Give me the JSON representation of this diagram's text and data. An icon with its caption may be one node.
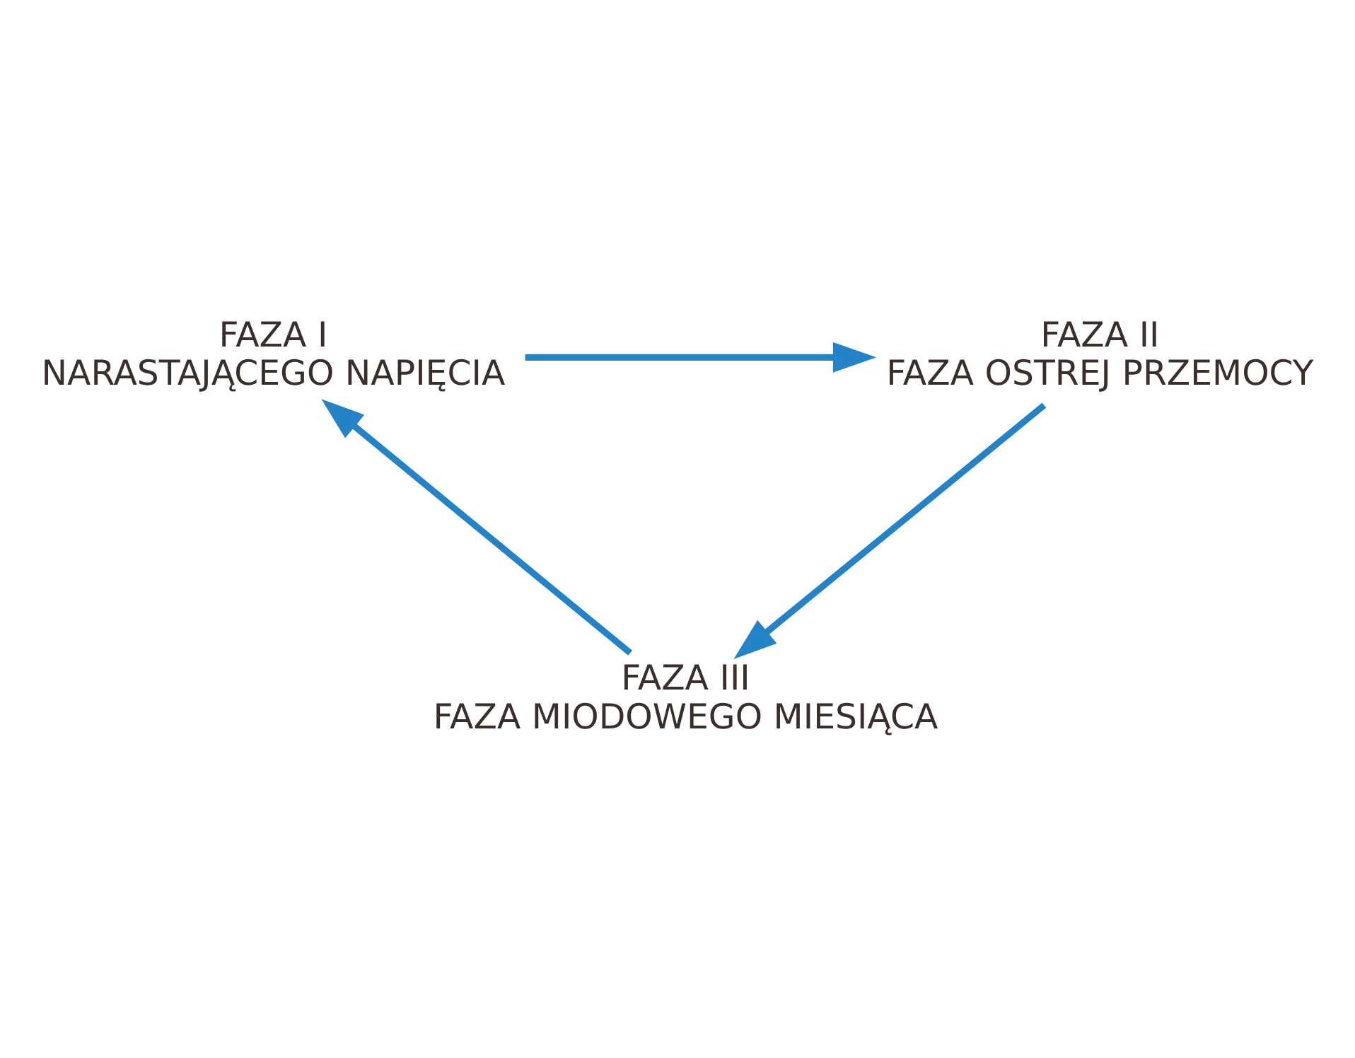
{
  "diagram": {
    "nodes": [
      {
        "text": [
          "FAZA I",
          "NARASTAJĄCEGO NAPIĘCIA"
        ]
      },
      {
        "text": [
          "FAZA II",
          "FAZA OSTREJ PRZEMOCY"
        ]
      },
      {
        "text": [
          "FAZA III",
          "FAZA MIODOWEGO MIESIĄCA"
        ]
      }
    ],
    "edges": [
      {
        "from": 0,
        "to": 1,
        "arrow": "to"
      },
      {
        "from": 1,
        "to": 2,
        "arrow": "to"
      },
      {
        "from": 2,
        "to": 0,
        "arrow": "to"
      }
    ]
  }
}
